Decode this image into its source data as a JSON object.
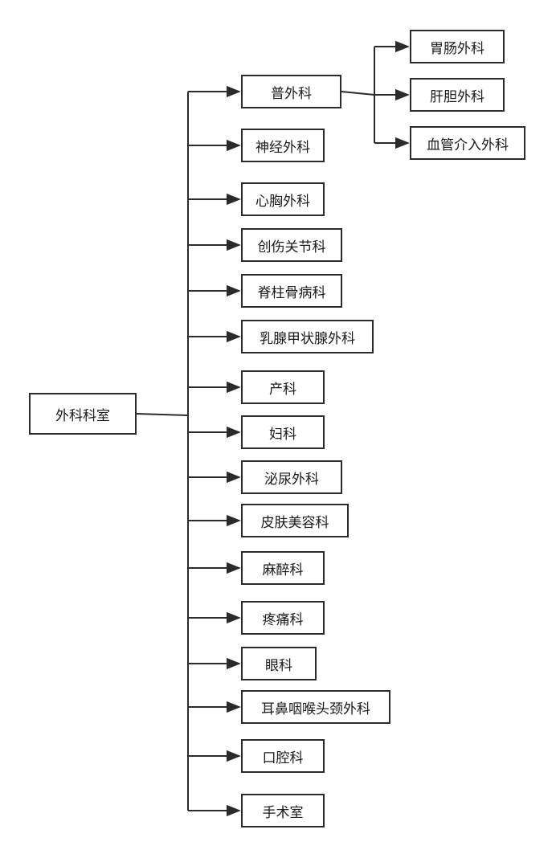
{
  "root": {
    "label": "外科科室"
  },
  "departments": [
    {
      "label": "普外科"
    },
    {
      "label": "神经外科"
    },
    {
      "label": "心胸外科"
    },
    {
      "label": "创伤关节科"
    },
    {
      "label": "脊柱骨病科"
    },
    {
      "label": "乳腺甲状腺外科"
    },
    {
      "label": "产科"
    },
    {
      "label": "妇科"
    },
    {
      "label": "泌尿外科"
    },
    {
      "label": "皮肤美容科"
    },
    {
      "label": "麻醉科"
    },
    {
      "label": "疼痛科"
    },
    {
      "label": "眼科"
    },
    {
      "label": "耳鼻咽喉头颈外科"
    },
    {
      "label": "口腔科"
    },
    {
      "label": "手术室"
    }
  ],
  "general_surgery_subunits": [
    {
      "label": "胃肠外科"
    },
    {
      "label": "肝胆外科"
    },
    {
      "label": "血管介入外科"
    }
  ],
  "colors": {
    "line": "#2b2b2b",
    "box_border": "#2b2b2b",
    "box_fill": "#ffffff",
    "text": "#1a1a1a"
  }
}
